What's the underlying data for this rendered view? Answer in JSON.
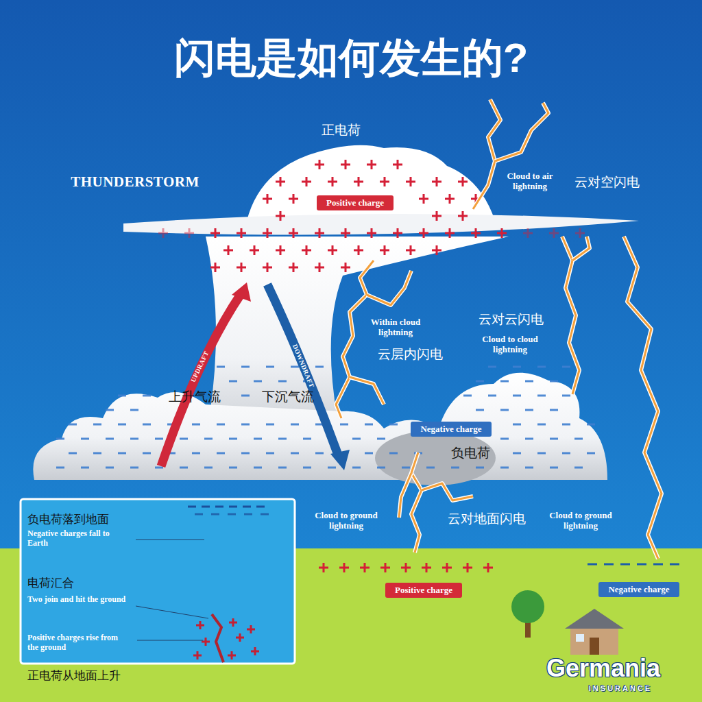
{
  "diagram": {
    "title": "闪电是如何发生的?",
    "nodes": [
      {
        "text": [
          "Positive charge"
        ]
      },
      {
        "text": [
          "Negative charge"
        ]
      },
      {
        "text": [
          "负电荷落到地面",
          "Negative charges fall to Earth",
          "电荷汇合",
          "Two join and hit the ground",
          "Positive charges rise from the ground",
          "正电荷从地面上升"
        ]
      },
      {
        "text": [
          "Positive charge"
        ]
      },
      {
        "text": [
          "Negative charge"
        ]
      }
    ],
    "labels": [
      "正电荷",
      "THUNDERSTORM",
      "Cloud to air lightning",
      "云对空闪电",
      "Within cloud lightning",
      "云层内闪电",
      "云对云闪电",
      "Cloud to cloud lightning",
      "UPDRAFT",
      "DOWNDRAFT",
      "上升气流",
      "下沉气流",
      "负电荷",
      "Cloud to ground lightning",
      "云对地面闪电",
      "Cloud to ground lightning",
      "Germania",
      "INSURANCE"
    ]
  }
}
